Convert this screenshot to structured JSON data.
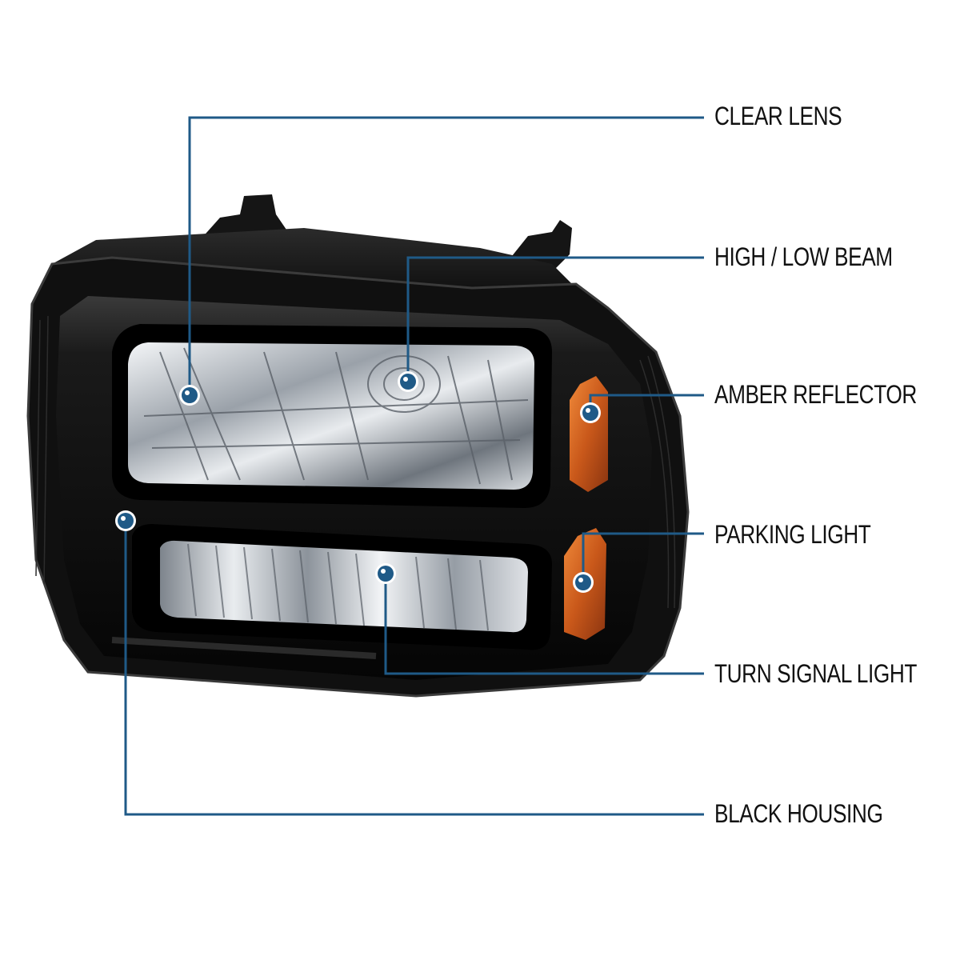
{
  "callouts": [
    {
      "id": "clear-lens",
      "label": "CLEAR LENS"
    },
    {
      "id": "high-low-beam",
      "label": "HIGH / LOW BEAM"
    },
    {
      "id": "amber-reflector",
      "label": "AMBER REFLECTOR"
    },
    {
      "id": "parking-light",
      "label": "PARKING LIGHT"
    },
    {
      "id": "turn-signal-light",
      "label": "TURN SIGNAL LIGHT"
    },
    {
      "id": "black-housing",
      "label": "BLACK HOUSING"
    }
  ],
  "colors": {
    "leader_line": "#1f5a87",
    "dot": "#1f5a87",
    "housing": "#0d0d0d",
    "amber": "#d4621a",
    "chrome": "#c8ccd2"
  }
}
